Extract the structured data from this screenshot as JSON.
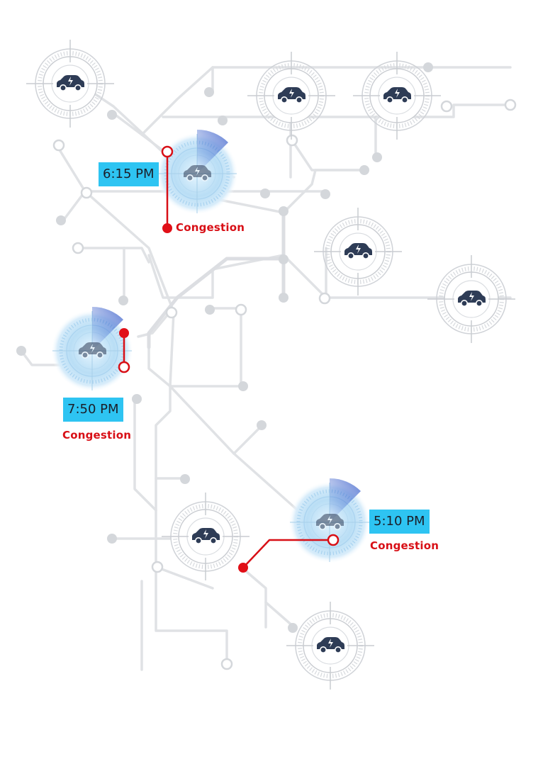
{
  "alerts": [
    {
      "time": "6:15 PM",
      "status": "Congestion"
    },
    {
      "time": "7:50 PM",
      "status": "Congestion"
    },
    {
      "time": "5:10 PM",
      "status": "Congestion"
    }
  ],
  "colors": {
    "road": "#dfe1e4",
    "node_fill": "#d2d5d9",
    "target_ring": "#c9ccd1",
    "car": "#2e3c56",
    "alert": "#d80f16",
    "badge": "#2ec4f2",
    "radar_glow": "#bfe0f5",
    "radar_sweep": "#2f57c8"
  },
  "icons": [
    "car-electric-icon",
    "crosshair-target-icon",
    "radar-sweep-icon"
  ]
}
